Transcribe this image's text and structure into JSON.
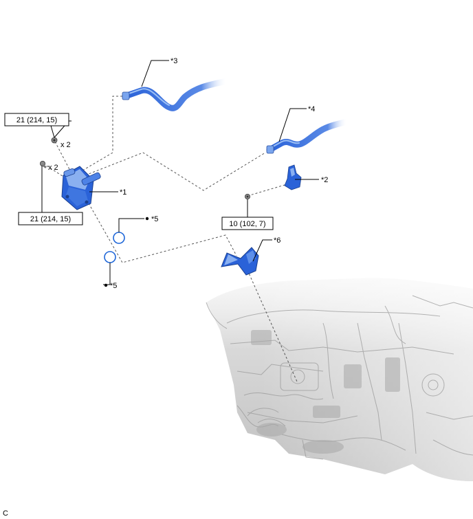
{
  "callouts": {
    "c1": "*1",
    "c2": "*2",
    "c3": "*3",
    "c4": "*4",
    "c5a": "*5",
    "c5b": "*5",
    "c6": "*6"
  },
  "torques": {
    "t_top_left": "21 (214, 15)",
    "t_bottom_left": "21 (214, 15)",
    "t_mid": "10 (102, 7)"
  },
  "quantities": {
    "q1": "x 2",
    "q2": "x 2"
  },
  "footer": {
    "code": "C"
  },
  "colors": {
    "part_blue": "#2a62d8",
    "part_blue_light": "#7aa5ee",
    "engine_gray": "#c8c8c8"
  }
}
